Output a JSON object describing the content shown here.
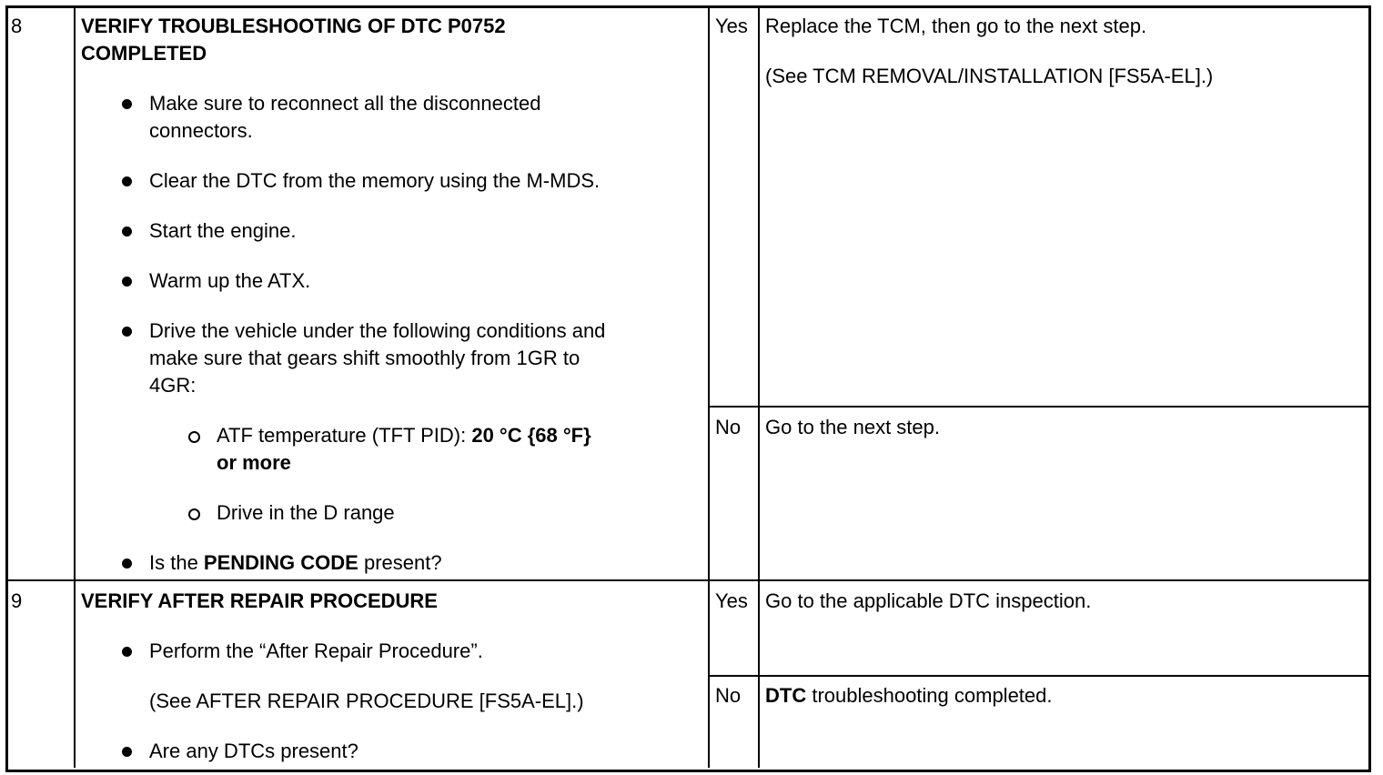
{
  "rows": [
    {
      "step": "8",
      "title_line1": "VERIFY TROUBLESHOOTING OF DTC P0752",
      "title_line2": "COMPLETED",
      "items": {
        "reconnect_line1": "Make sure to reconnect all the disconnected",
        "reconnect_line2": "connectors.",
        "clear_dtc": "Clear the DTC from the memory using the M-MDS.",
        "start_engine": "Start the engine.",
        "warm_up": "Warm up the ATX.",
        "drive_line1": "Drive the vehicle under the following conditions and",
        "drive_line2": "make sure that gears shift smoothly from 1GR to",
        "drive_line3": "4GR:",
        "atf_prefix": "ATF temperature (TFT PID): ",
        "atf_bold1": "20 °C {68 °F}",
        "atf_bold2": "or more",
        "drive_range": "Drive in the D range",
        "pending_prefix": "Is the ",
        "pending_bold": "PENDING CODE",
        "pending_suffix": " present?"
      },
      "yes_label": "Yes",
      "yes_action": "Replace the TCM, then go to the next step.",
      "yes_ref": "(See TCM REMOVAL/INSTALLATION [FS5A-EL].)",
      "no_label": "No",
      "no_action": "Go to the next step."
    },
    {
      "step": "9",
      "title_line1": "VERIFY AFTER REPAIR PROCEDURE",
      "items": {
        "perform": "Perform the “After Repair Procedure”.",
        "perform_ref": "(See AFTER REPAIR PROCEDURE [FS5A-EL].)",
        "any_dtcs": "Are any DTCs present?"
      },
      "yes_label": "Yes",
      "yes_action": "Go to the applicable DTC inspection.",
      "no_label": "No",
      "no_action_bold": "DTC",
      "no_action_rest": " troubleshooting completed."
    }
  ]
}
